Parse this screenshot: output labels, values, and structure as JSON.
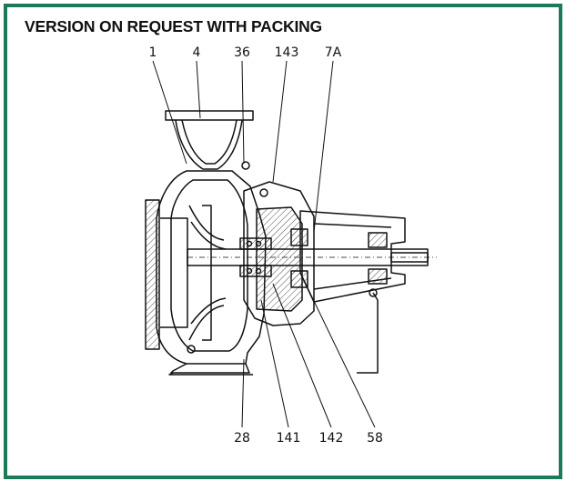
{
  "title": "VERSION ON REQUEST WITH PACKING",
  "colors": {
    "frame": "#1d7a57",
    "ink": "#111111"
  },
  "part_labels": {
    "top": [
      "1",
      "4",
      "36",
      "143",
      "7A"
    ],
    "bottom": [
      "28",
      "141",
      "142",
      "58"
    ]
  }
}
